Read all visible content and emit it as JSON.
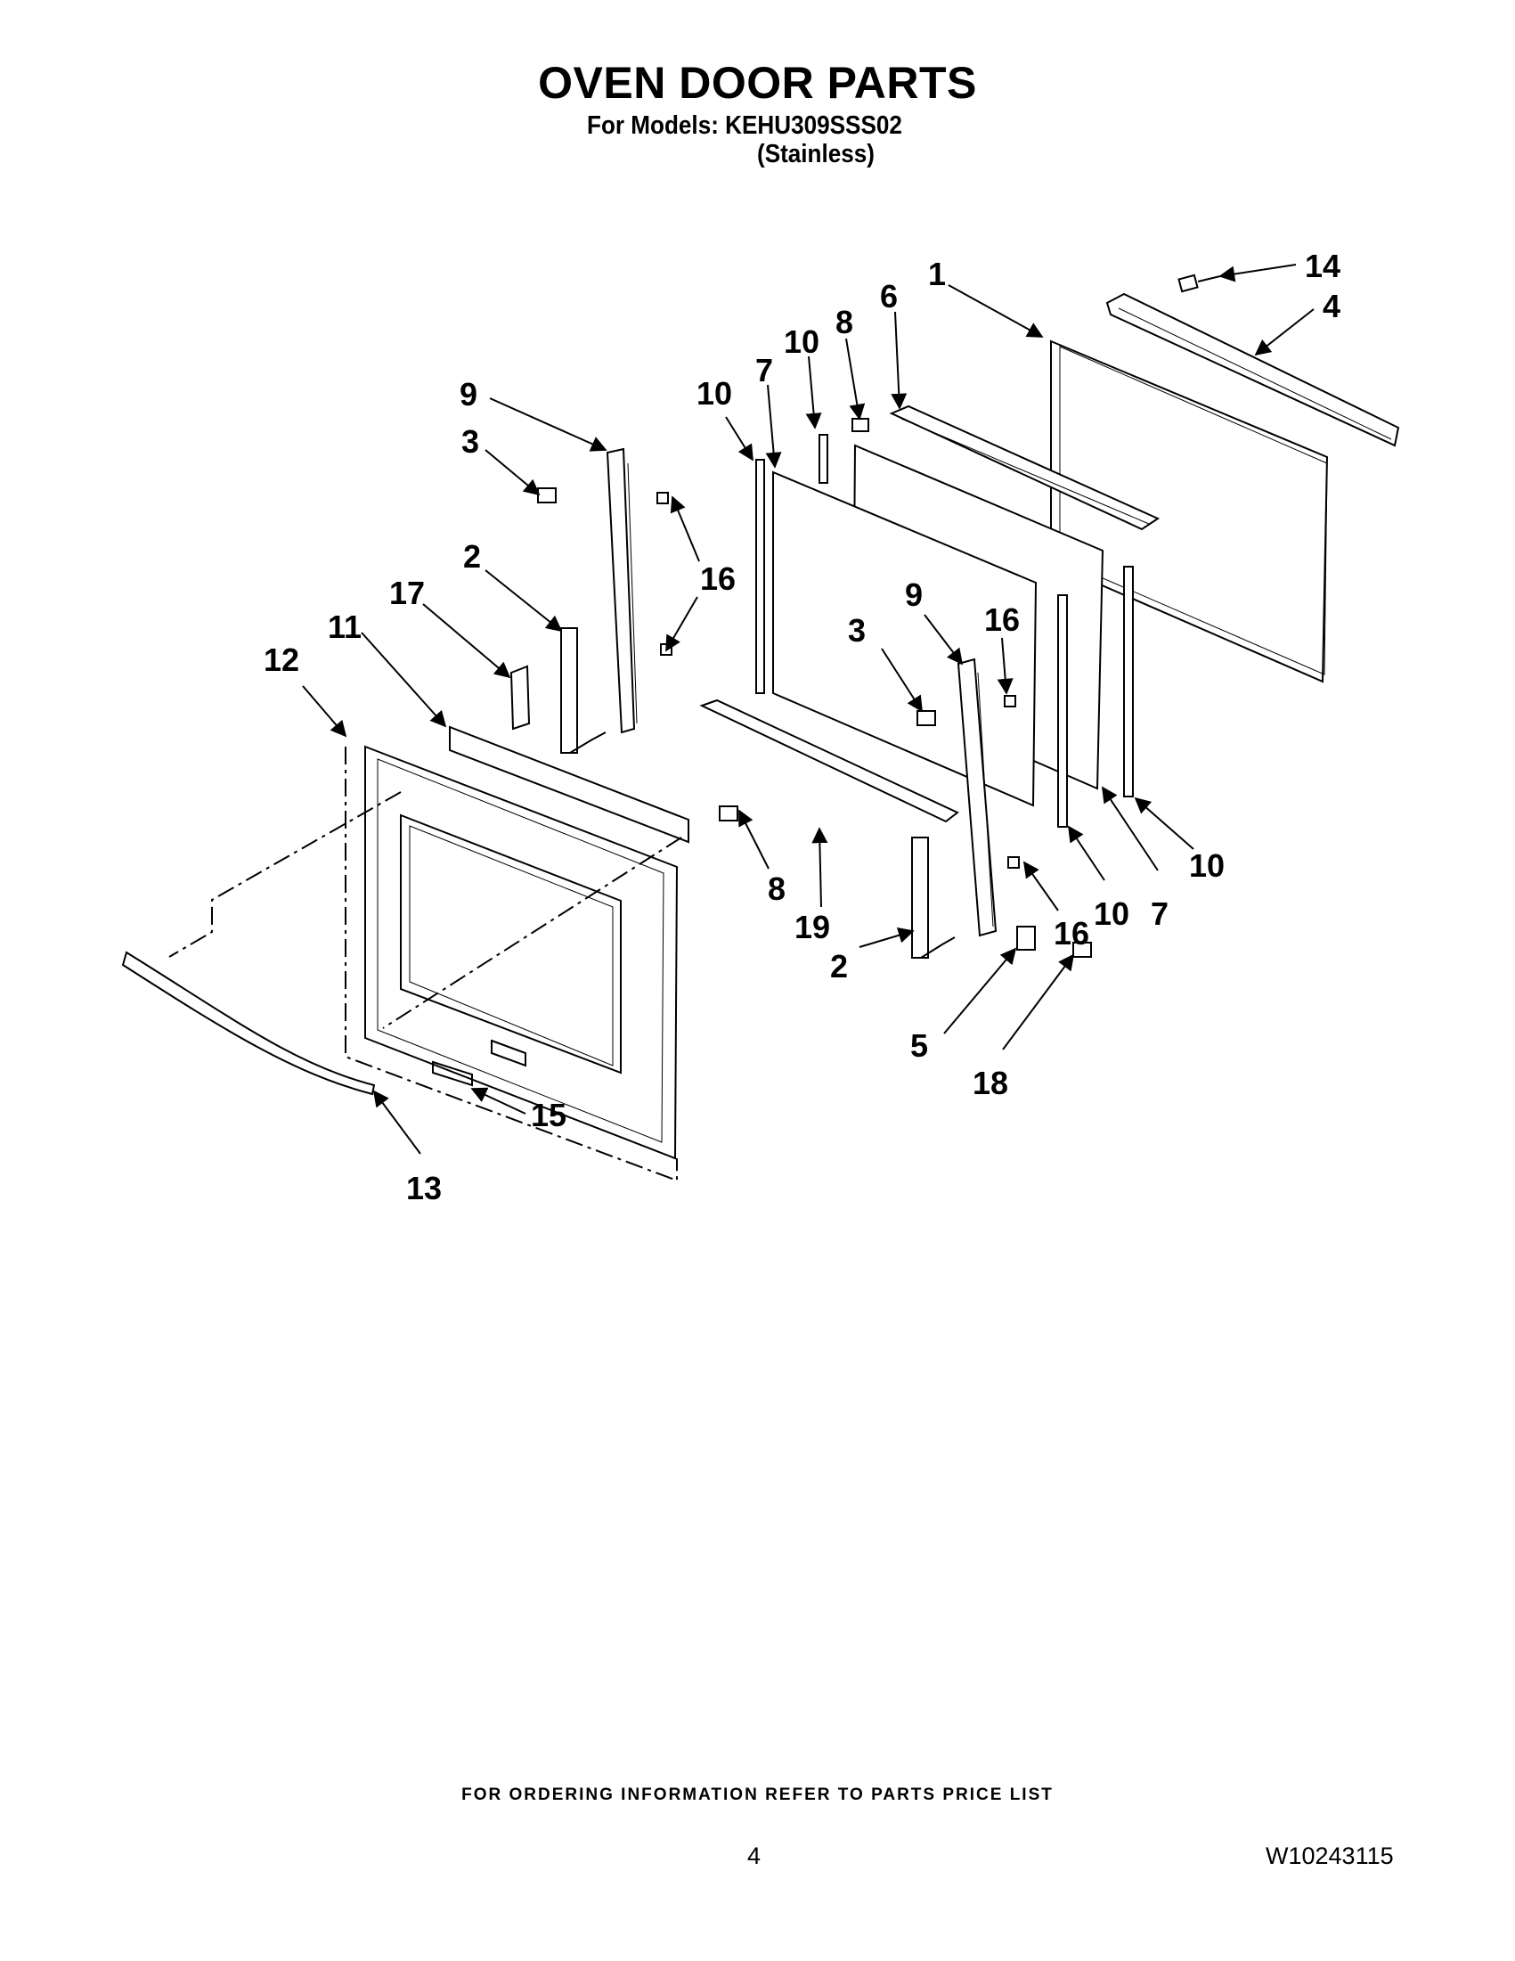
{
  "header": {
    "title": "OVEN DOOR PARTS",
    "models_line": "For Models: KEHU309SSS02",
    "finish_line": "(Stainless)"
  },
  "callouts": [
    "1",
    "14",
    "4",
    "6",
    "8",
    "10",
    "7",
    "10",
    "9",
    "3",
    "16",
    "2",
    "17",
    "11",
    "12",
    "16",
    "9",
    "3",
    "16",
    "8",
    "19",
    "2",
    "16",
    "10",
    "7",
    "10",
    "5",
    "18",
    "15",
    "13"
  ],
  "footer": {
    "ordering_note": "FOR ORDERING INFORMATION REFER TO PARTS PRICE LIST",
    "page_number": "4",
    "document_number": "W10243115"
  },
  "colors": {
    "line": "#000000",
    "background": "#ffffff"
  }
}
